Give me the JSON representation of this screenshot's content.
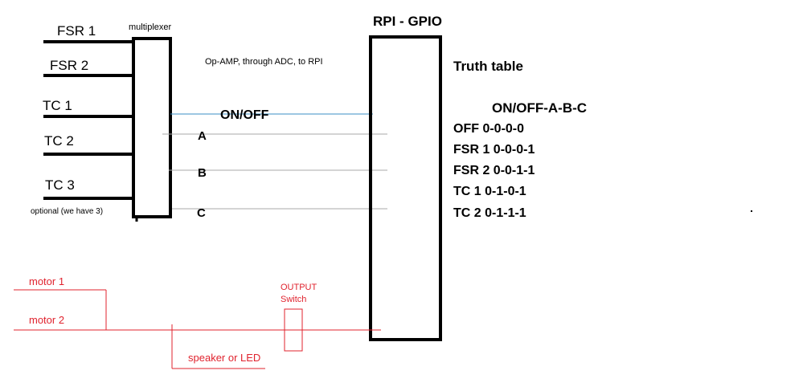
{
  "labels": {
    "fsr1": "FSR 1",
    "fsr2": "FSR 2",
    "tc1": "TC 1",
    "tc2": "TC 2",
    "tc3": "TC 3",
    "optional": "optional (we have 3)",
    "multiplexer": "multiplexer",
    "opamp_note": "Op-AMP, through ADC, to RPI",
    "on_off": "ON/OFF",
    "a": "A",
    "b": "B",
    "c": "C",
    "rpi": "RPI - GPIO",
    "motor1": "motor 1",
    "motor2": "motor 2",
    "speaker": "speaker or LED",
    "output_line1": "OUTPUT",
    "output_line2": "Switch"
  },
  "truth_table": {
    "title": "Truth table",
    "header": "ON/OFF-A-B-C",
    "rows": [
      "OFF 0-0-0-0",
      "FSR 1 0-0-0-1",
      "FSR 2 0-0-1-1",
      "TC 1 0-1-0-1",
      "TC 2 0-1-1-1"
    ]
  },
  "colors": {
    "black": "#000000",
    "red_wire": "#e0232e",
    "signal_blue": "#3b8fc4",
    "signal_gray": "#a8a8a8"
  }
}
